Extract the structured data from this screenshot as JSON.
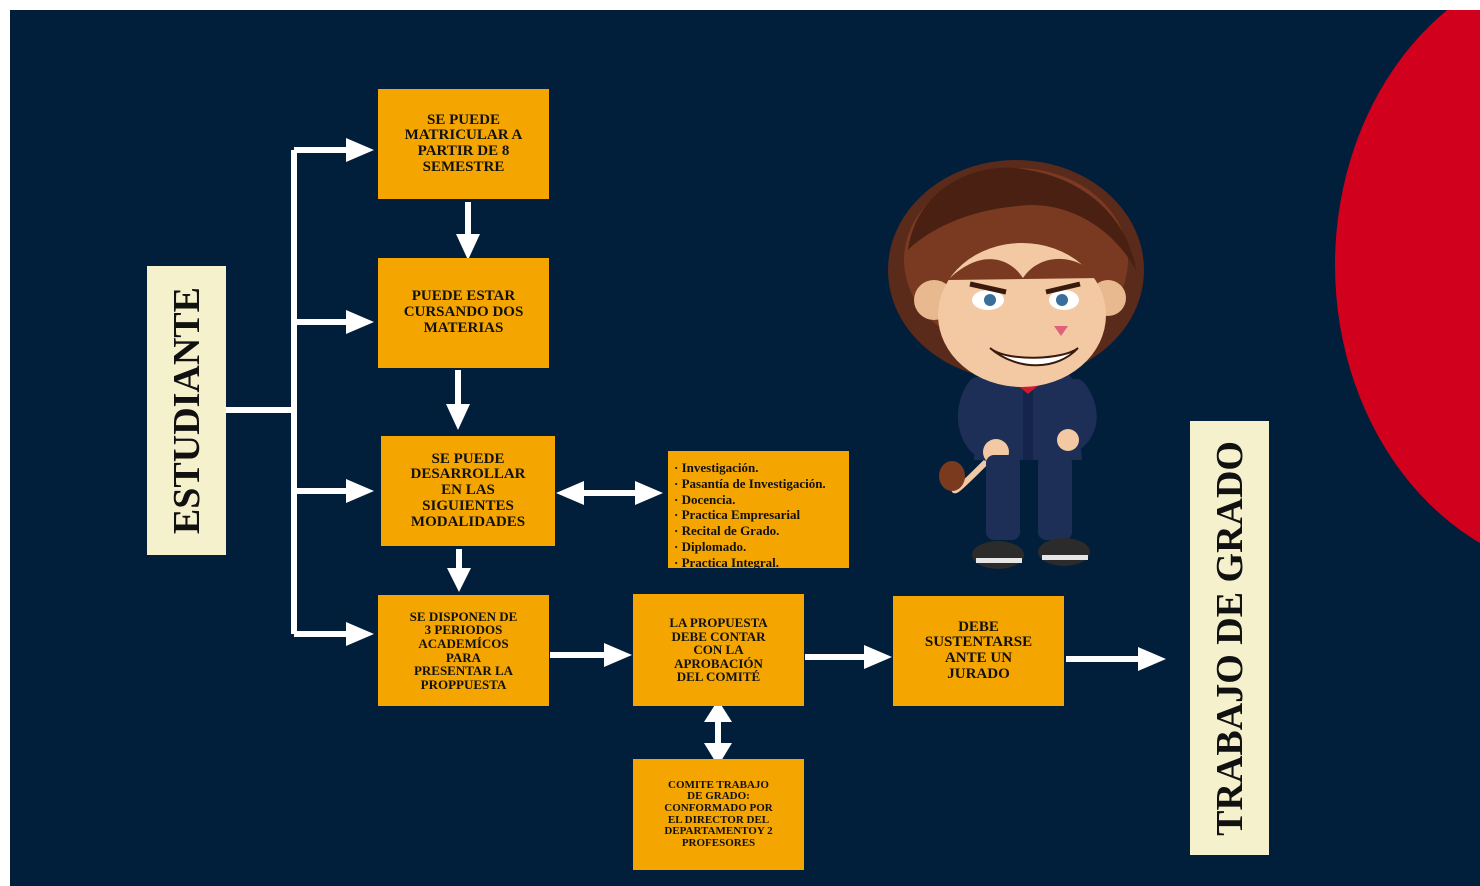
{
  "side_left": "ESTUDIANTE",
  "side_right": "TRABAJO DE GRADO",
  "boxes": {
    "b1": "SE PUEDE\nMATRICULAR A\nPARTIR DE 8\nSEMESTRE",
    "b2": "PUEDE ESTAR\nCURSANDO  DOS\nMATERIAS",
    "b3": "SE PUEDE\nDESARROLLAR\nEN LAS\nSIGUIENTES\nMODALIDADES",
    "b4": "SE DISPONEN DE\n3 PERIODOS\nACADEMÍCOS\nPARA\nPRESENTAR LA\nPROPPUESTA",
    "b5": "LA PROPUESTA\nDEBE CONTAR\nCON LA\nAPROBACIÓN\nDEL COMITÉ",
    "b6": "DEBE\nSUSTENTARSE\nANTE UN\nJURADO",
    "b7": "COMITE TRABAJO\nDE GRADO:\nCONFORMADO POR\nEL DIRECTOR DEL\nDEPARTAMENTOY 2\nPROFESORES"
  },
  "modalidades": [
    "· Investigación.",
    "· Pasantía de Investigación.",
    "· Docencia.",
    "· Practica Empresarial",
    "· Recital de Grado.",
    "· Diplomado.",
    "· Practica Integral."
  ],
  "colors": {
    "background": "#011e3b",
    "box": "#f4a500",
    "label": "#f6f1cd",
    "accent": "#d1001c",
    "arrow": "#ffffff"
  }
}
